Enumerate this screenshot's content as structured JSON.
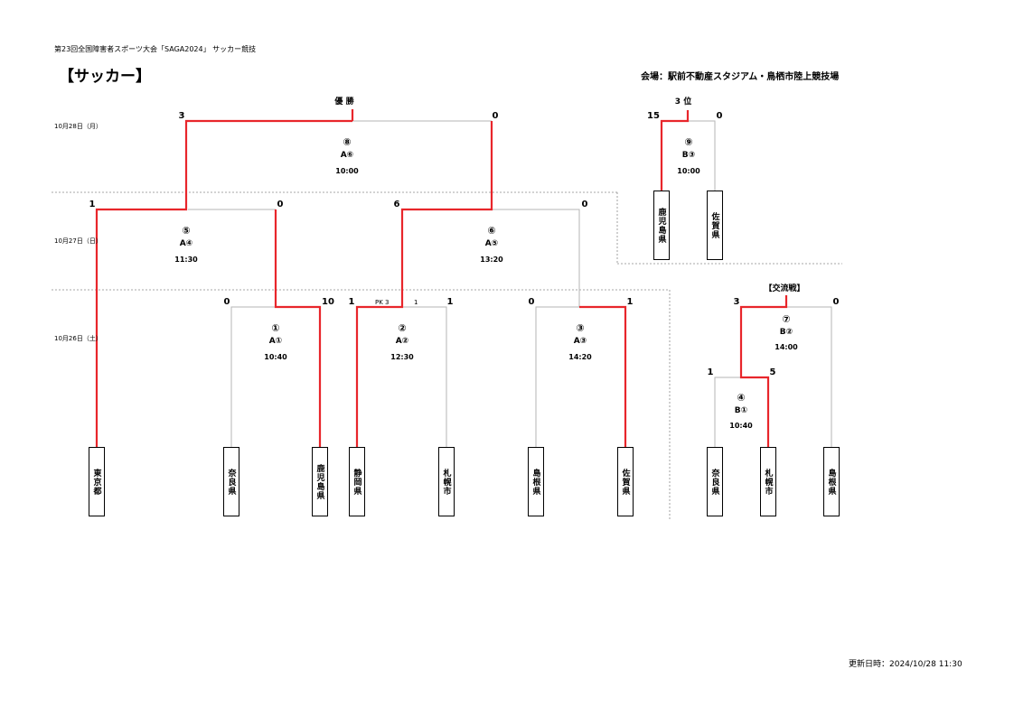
{
  "header": {
    "event": "第23回全国障害者スポーツ大会「SAGA2024」 サッカー競技",
    "title": "【サッカー】",
    "venue": "会場：駅前不動産スタジアム・鳥栖市陸上競技場"
  },
  "dates": {
    "d28": "10月28日（月）",
    "d27": "10月27日（日）",
    "d26": "10月26日（土）"
  },
  "labels": {
    "champion": "優 勝",
    "third": "3 位",
    "exchange": "【交流戦】"
  },
  "matches": {
    "m1": {
      "num": "①",
      "code": "A①",
      "time": "10:40",
      "left": "0",
      "right": "10"
    },
    "m2": {
      "num": "②",
      "code": "A②",
      "time": "12:30",
      "left": "1",
      "right": "1",
      "pk": "PK 3",
      "pk_right": "1"
    },
    "m3": {
      "num": "③",
      "code": "A③",
      "time": "14:20",
      "left": "0",
      "right": "1"
    },
    "m4": {
      "num": "④",
      "code": "B①",
      "time": "10:40",
      "left": "1",
      "right": "5"
    },
    "m5": {
      "num": "⑤",
      "code": "A④",
      "time": "11:30",
      "left": "1",
      "right": "0"
    },
    "m6": {
      "num": "⑥",
      "code": "A⑤",
      "time": "13:20",
      "left": "6",
      "right": "0"
    },
    "m7": {
      "num": "⑦",
      "code": "B②",
      "time": "14:00",
      "left": "3",
      "right": "0"
    },
    "m8": {
      "num": "⑧",
      "code": "A⑥",
      "time": "10:00",
      "left": "3",
      "right": "0"
    },
    "m9": {
      "num": "⑨",
      "code": "B③",
      "time": "10:00",
      "left": "15",
      "right": "0"
    }
  },
  "teams": {
    "tokyo": "東京都",
    "nara": "奈良県",
    "kagoshima": "鹿児島県",
    "shizuoka": "静岡県",
    "sapporo": "札幌市",
    "shimane": "島根県",
    "saga": "佐賀県",
    "third_kagoshima": "鹿児島県",
    "third_saga": "佐賀県",
    "ex_nara": "奈良県",
    "ex_sapporo": "札幌市",
    "ex_shimane": "島根県"
  },
  "footer": {
    "updated": "更新日時：2024/10/28  11:30"
  },
  "colors": {
    "winner_line": "#e8262b",
    "bracket_line": "#b5b5b5",
    "divider": "#8a8a8a"
  }
}
